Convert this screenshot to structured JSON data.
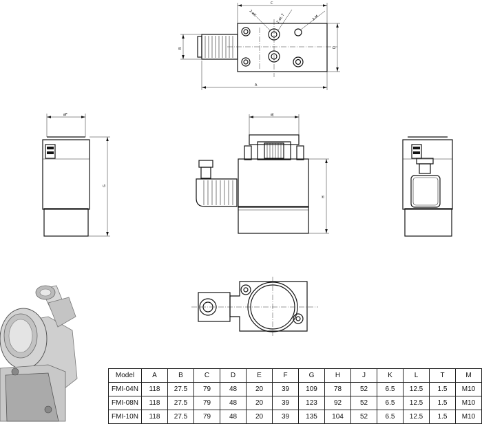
{
  "drawing": {
    "dimension_labels": {
      "A": "A",
      "B": "B",
      "C": "C",
      "D": "D",
      "F": "øF",
      "G": "G",
      "H": "H",
      "J": "øJ",
      "K": "2-øK",
      "L": "2-øL",
      "T": "2-øL·T",
      "M": "2-M"
    }
  },
  "table": {
    "headers": [
      "Model",
      "A",
      "B",
      "C",
      "D",
      "E",
      "F",
      "G",
      "H",
      "J",
      "K",
      "L",
      "T",
      "M"
    ],
    "rows": [
      [
        "FMI-04N",
        "118",
        "27.5",
        "79",
        "48",
        "20",
        "39",
        "109",
        "78",
        "52",
        "6.5",
        "12.5",
        "1.5",
        "M10"
      ],
      [
        "FMI-08N",
        "118",
        "27.5",
        "79",
        "48",
        "20",
        "39",
        "123",
        "92",
        "52",
        "6.5",
        "12.5",
        "1.5",
        "M10"
      ],
      [
        "FMI-10N",
        "118",
        "27.5",
        "79",
        "48",
        "20",
        "39",
        "135",
        "104",
        "52",
        "6.5",
        "12.5",
        "1.5",
        "M10"
      ]
    ]
  }
}
